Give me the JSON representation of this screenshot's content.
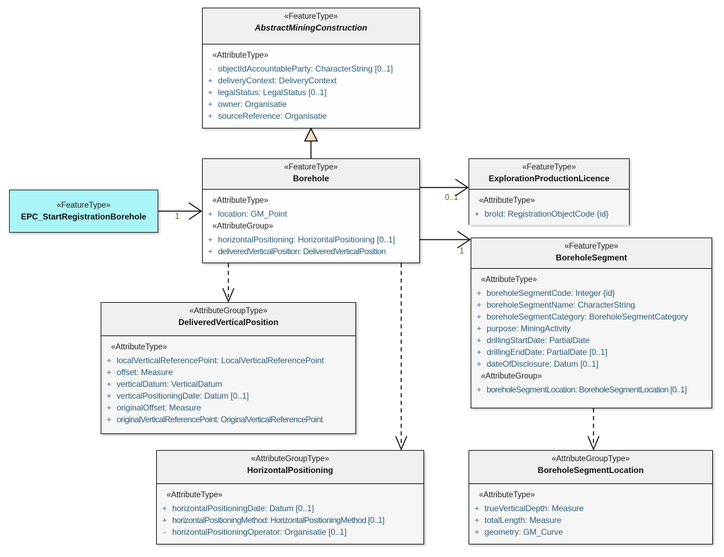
{
  "diagram": {
    "type": "uml-class-diagram",
    "title": "Borehole UML class diagram",
    "accent_highlight_color": "#aaf5f8",
    "header_fill": "#f0f0f0",
    "body_fill": "#f6f6f6",
    "border_color": "#1a1a1a",
    "attribute_text_color": "#2c5f7a",
    "multiplicity_text_color": "#6b5a1e"
  },
  "classes": [
    {
      "id": "abstractminingconstruction",
      "stereotype": "«FeatureType»",
      "name": "AbstractMiningConstruction",
      "abstract": true,
      "highlighted": false,
      "compartments": [
        {
          "group": "«AttributeType»",
          "attributes": [
            {
              "visibility": "-",
              "text": "objectIdAccountableParty: CharacterString [0..1]"
            },
            {
              "visibility": "+",
              "text": "deliveryContext: DeliveryContext"
            },
            {
              "visibility": "+",
              "text": "legalStatus: LegalStatus [0..1]"
            },
            {
              "visibility": "+",
              "text": "owner: Organisatie"
            },
            {
              "visibility": "+",
              "text": "sourceReference: Organisatie"
            }
          ]
        }
      ]
    },
    {
      "id": "borehole",
      "stereotype": "«FeatureType»",
      "name": "Borehole",
      "abstract": false,
      "highlighted": false,
      "compartments": [
        {
          "group": "«AttributeType»",
          "attributes": [
            {
              "visibility": "+",
              "text": "location: GM_Point"
            }
          ]
        },
        {
          "group": "«AttributeGroup»",
          "attributes": [
            {
              "visibility": "+",
              "text": "horizontalPositioning: HorizontalPositioning [0..1]"
            },
            {
              "visibility": "+",
              "text": "deliveredVerticalPosition: DeliveredVerticalPosition"
            }
          ]
        }
      ]
    },
    {
      "id": "epc",
      "stereotype": "«FeatureType»",
      "name": "EPC_StartRegistrationBorehole",
      "abstract": false,
      "highlighted": true,
      "compartments": []
    },
    {
      "id": "epl",
      "stereotype": "«FeatureType»",
      "name": "ExplorationProductionLicence",
      "abstract": false,
      "highlighted": false,
      "compartments": [
        {
          "group": "«AttributeType»",
          "attributes": [
            {
              "visibility": "+",
              "text": "broId: RegistrationObjectCode {id}"
            }
          ]
        }
      ]
    },
    {
      "id": "boreholesegment",
      "stereotype": "«FeatureType»",
      "name": "BoreholeSegment",
      "abstract": false,
      "highlighted": false,
      "compartments": [
        {
          "group": "«AttributeType»",
          "attributes": [
            {
              "visibility": "+",
              "text": "boreholeSegmentCode: Integer {id}"
            },
            {
              "visibility": "+",
              "text": "boreholeSegmentName: CharacterString"
            },
            {
              "visibility": "+",
              "text": "boreholeSegmentCategory: BoreholeSegmentCategory"
            },
            {
              "visibility": "+",
              "text": "purpose: MiningActivity"
            },
            {
              "visibility": "+",
              "text": "drillingStartDate: PartialDate"
            },
            {
              "visibility": "+",
              "text": "drillingEndDate: PartialDate [0..1]"
            },
            {
              "visibility": "+",
              "text": "dateOfDisclosure: Datum [0..1]"
            }
          ]
        },
        {
          "group": "«AttributeGroup»",
          "attributes": [
            {
              "visibility": "+",
              "text": "boreholeSegmentLocation: BoreholeSegmentLocation [0..1]"
            }
          ]
        }
      ]
    },
    {
      "id": "deliveredverticalposition",
      "stereotype": "«AttributeGroupType»",
      "name": "DeliveredVerticalPosition",
      "abstract": false,
      "highlighted": false,
      "compartments": [
        {
          "group": "«AttributeType»",
          "attributes": [
            {
              "visibility": "+",
              "text": "localVerticalReferencePoint: LocalVerticalReferencePoint"
            },
            {
              "visibility": "+",
              "text": "offset: Measure"
            },
            {
              "visibility": "+",
              "text": "verticalDatum: VerticalDatum"
            },
            {
              "visibility": "+",
              "text": "verticalPositioningDate: Datum [0..1]"
            },
            {
              "visibility": "+",
              "text": "originalOffset: Measure"
            },
            {
              "visibility": "+",
              "text": "originalVerticalReferencePoint: OriginalVerticalReferencePoint"
            }
          ]
        }
      ]
    },
    {
      "id": "horizontalpositioning",
      "stereotype": "«AttributeGroupType»",
      "name": "HorizontalPositioning",
      "abstract": false,
      "highlighted": false,
      "compartments": [
        {
          "group": "«AttributeType»",
          "attributes": [
            {
              "visibility": "+",
              "text": "horizontalPositioningDate: Datum [0..1]"
            },
            {
              "visibility": "+",
              "text": "horizontalPositioningMethod: HorizontalPositioningMethod [0..1]"
            },
            {
              "visibility": "-",
              "text": "horizontalPositioningOperator: Organisatie [0..1]"
            }
          ]
        }
      ]
    },
    {
      "id": "boreholesegmentlocation",
      "stereotype": "«AttributeGroupType»",
      "name": "BoreholeSegmentLocation",
      "abstract": false,
      "highlighted": false,
      "compartments": [
        {
          "group": "«AttributeType»",
          "attributes": [
            {
              "visibility": "+",
              "text": "trueVerticalDepth: Measure"
            },
            {
              "visibility": "+",
              "text": "totalLength: Measure"
            },
            {
              "visibility": "+",
              "text": "geometry: GM_Curve"
            }
          ]
        }
      ]
    }
  ],
  "connectors": [
    {
      "id": "gen-borehole-abstract",
      "kind": "generalization",
      "from": "borehole",
      "to": "abstractminingconstruction",
      "multiplicity": ""
    },
    {
      "id": "assoc-epc-borehole",
      "kind": "association",
      "from": "epc",
      "to": "borehole",
      "multiplicity": "1"
    },
    {
      "id": "assoc-borehole-epl",
      "kind": "association",
      "from": "borehole",
      "to": "epl",
      "multiplicity": "0..1"
    },
    {
      "id": "assoc-borehole-boreholesegment",
      "kind": "association",
      "from": "borehole",
      "to": "boreholesegment",
      "multiplicity": "1"
    },
    {
      "id": "dep-borehole-dvp",
      "kind": "dependency",
      "from": "borehole",
      "to": "deliveredverticalposition",
      "multiplicity": ""
    },
    {
      "id": "dep-borehole-hp",
      "kind": "dependency",
      "from": "borehole",
      "to": "horizontalpositioning",
      "multiplicity": ""
    },
    {
      "id": "dep-boreholesegment-bsl",
      "kind": "dependency",
      "from": "boreholesegment",
      "to": "boreholesegmentlocation",
      "multiplicity": ""
    }
  ],
  "multiplicity_labels": {
    "epc_to_borehole": "1",
    "borehole_to_epl": "0..1",
    "borehole_to_segment": "1"
  }
}
